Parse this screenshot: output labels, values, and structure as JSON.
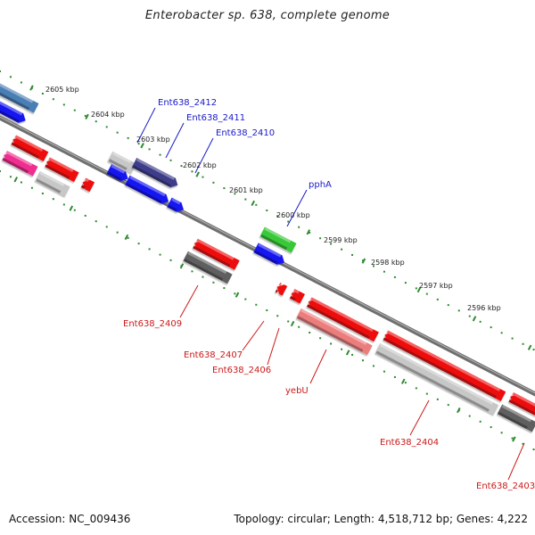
{
  "title": "Enterobacter sp. 638, complete genome",
  "footer": {
    "accession": "Accession: NC_009436",
    "summary": "Topology: circular; Length: 4,518,712 bp; Genes: 4,222"
  },
  "colors": {
    "backbone": "#6f6f6f",
    "tick": "#2e8b2e",
    "label_forward": "#1a1acc",
    "label_reverse": "#cc1a1a",
    "kbp_text": "#222222"
  },
  "kbp_ticks": [
    {
      "label": "2605 kbp"
    },
    {
      "label": "2604 kbp"
    },
    {
      "label": "2603 kbp"
    },
    {
      "label": "2602 kbp"
    },
    {
      "label": "2601 kbp"
    },
    {
      "label": "2600 kbp"
    },
    {
      "label": "2599 kbp"
    },
    {
      "label": "2598 kbp"
    },
    {
      "label": "2597 kbp"
    },
    {
      "label": "2596 kbp"
    }
  ],
  "gene_labels": [
    {
      "text": "Ent638_2412",
      "strand": "forward"
    },
    {
      "text": "Ent638_2411",
      "strand": "forward"
    },
    {
      "text": "Ent638_2410",
      "strand": "forward"
    },
    {
      "text": "pphA",
      "strand": "forward"
    },
    {
      "text": "Ent638_2409",
      "strand": "reverse"
    },
    {
      "text": "Ent638_2407",
      "strand": "reverse"
    },
    {
      "text": "Ent638_2406",
      "strand": "reverse"
    },
    {
      "text": "yebU",
      "strand": "reverse"
    },
    {
      "text": "Ent638_2404",
      "strand": "reverse"
    },
    {
      "text": "Ent638_2403",
      "strand": "reverse"
    }
  ],
  "feature_colors": {
    "steelblue": "#4a7fb5",
    "blue": "#1414f0",
    "navy": "#3d3c8a",
    "lightgray": "#c7c7c7",
    "darkgray": "#5e5e5e",
    "red": "#ee1111",
    "pink": "#ef2d8f",
    "salmon": "#ec7d7d",
    "green": "#38c838"
  }
}
